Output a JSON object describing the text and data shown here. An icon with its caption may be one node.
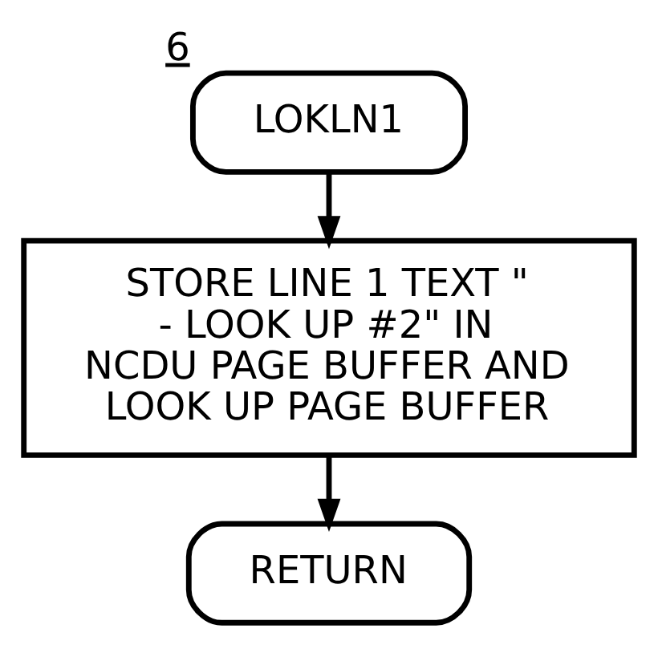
{
  "diagram": {
    "nodes": [
      {
        "text": [
          "LOKLN1"
        ],
        "beside": [
          "6"
        ]
      },
      {
        "text": [
          "STORE LINE 1 TEXT \" - LOOK UP #2\" IN NCDU PAGE BUFFER AND LOOK UP PAGE BUFFER"
        ]
      },
      {
        "text": [
          "RETURN"
        ]
      }
    ],
    "edges": [
      {
        "from": 0,
        "to": 1,
        "arrow": "to"
      },
      {
        "from": 1,
        "to": 2,
        "arrow": "to"
      }
    ]
  }
}
